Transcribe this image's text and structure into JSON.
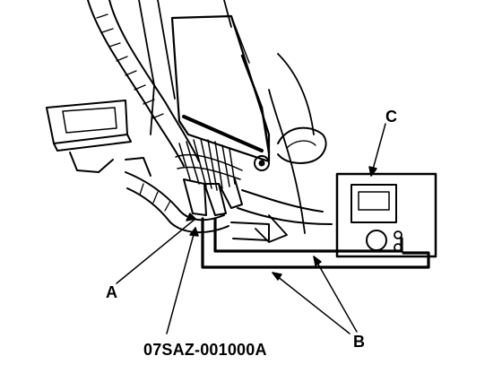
{
  "diagram": {
    "callouts": {
      "a": "A",
      "b": "B",
      "c": "C"
    },
    "part_number": "07SAZ-001000A"
  }
}
